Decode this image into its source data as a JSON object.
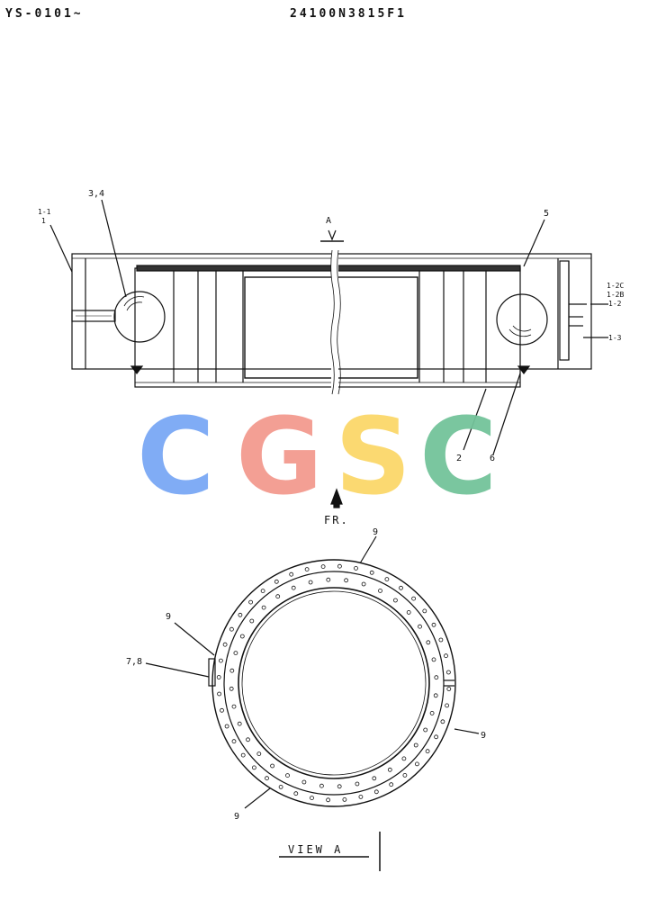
{
  "header": {
    "left": "YS-0101~",
    "center": "24100N3815F1"
  },
  "labels": {
    "l11": "1-1",
    "l1": "1",
    "l34": "3,4",
    "lA": "A",
    "l5": "5",
    "l12c": "1-2C",
    "l12b": "1-2B",
    "l12": "1-2",
    "l13": "1-3",
    "l2": "2",
    "l6": "6",
    "fr": "FR.",
    "l9a": "9",
    "l9b": "9",
    "l9c": "9",
    "l9d": "9",
    "l78": "7,8",
    "view": "VIEW  A"
  },
  "watermark": {
    "letters": [
      "C",
      "G",
      "S",
      "C"
    ],
    "colors": [
      "#7aa8f5",
      "#f39a8f",
      "#fbd86a",
      "#73c39a"
    ]
  }
}
